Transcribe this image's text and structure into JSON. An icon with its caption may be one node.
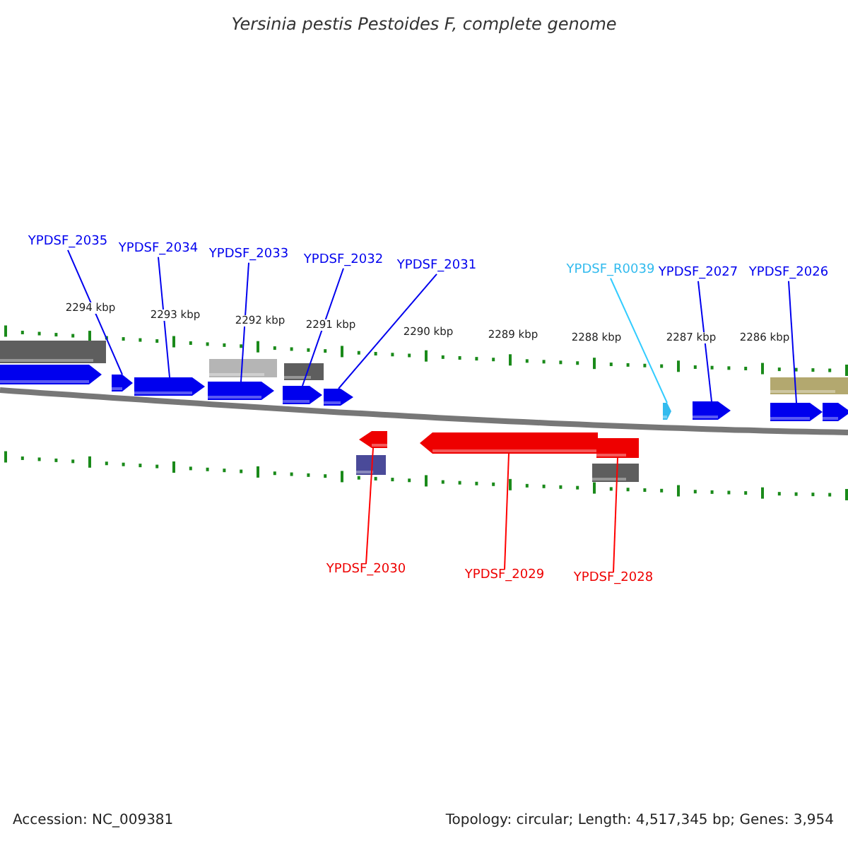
{
  "diagram": {
    "title": "Yersinia pestis Pestoides F, complete genome",
    "nodes": [
      {
        "text": [
          "YPDSF_2035"
        ]
      },
      {
        "text": [
          "YPDSF_2034"
        ]
      },
      {
        "text": [
          "YPDSF_2033"
        ]
      },
      {
        "text": [
          "YPDSF_2032"
        ]
      },
      {
        "text": [
          "YPDSF_2031"
        ]
      },
      {
        "text": [
          "YPDSF_R0039"
        ]
      },
      {
        "text": [
          "YPDSF_2027"
        ]
      },
      {
        "text": [
          "YPDSF_2026"
        ]
      },
      {
        "text": [
          "YPDSF_2030"
        ]
      },
      {
        "text": [
          "YPDSF_2029"
        ]
      },
      {
        "text": [
          "YPDSF_2028"
        ]
      },
      {
        "text": [],
        "shape": "arrow"
      },
      {
        "text": [],
        "shape": "arrow"
      },
      {
        "text": [],
        "shape": "arrow"
      },
      {
        "text": [],
        "shape": "arrow"
      },
      {
        "text": [],
        "shape": "arrow"
      },
      {
        "text": [],
        "shape": "arrow"
      },
      {
        "text": [],
        "shape": "arrow"
      },
      {
        "text": [],
        "shape": "arrow"
      },
      {
        "text": [],
        "shape": "arrow"
      },
      {
        "text": [],
        "shape": "arrow"
      },
      {
        "text": [],
        "shape": "box"
      },
      {
        "text": [],
        "shape": "arrow"
      },
      {
        "text": [],
        "shape": "arrow"
      }
    ],
    "edges": [
      {
        "from": 0,
        "to": 11,
        "arrow": "none"
      },
      {
        "from": 1,
        "to": 12,
        "arrow": "none"
      },
      {
        "from": 2,
        "to": 13,
        "arrow": "none"
      },
      {
        "from": 3,
        "to": 14,
        "arrow": "none"
      },
      {
        "from": 4,
        "to": 15,
        "arrow": "none"
      },
      {
        "from": 5,
        "to": 16,
        "arrow": "none",
        "color": "#33ccff"
      },
      {
        "from": 6,
        "to": 17,
        "arrow": "none"
      },
      {
        "from": 7,
        "to": 18,
        "arrow": "none"
      },
      {
        "from": 8,
        "to": 19,
        "arrow": "none",
        "color": "#ff0000"
      },
      {
        "from": 9,
        "to": 20,
        "arrow": "none",
        "color": "#ff0000"
      },
      {
        "from": 10,
        "to": 21,
        "arrow": "none",
        "color": "#ff0000"
      }
    ],
    "labels": [
      "2294 kbp",
      "2293 kbp",
      "2292 kbp",
      "2291 kbp",
      "2290 kbp",
      "2289 kbp",
      "2288 kbp",
      "2287 kbp",
      "2286 kbp",
      "Accession: NC_009381",
      "Topology: circular; Length: 4,517,345 bp; Genes: 3,954"
    ]
  }
}
